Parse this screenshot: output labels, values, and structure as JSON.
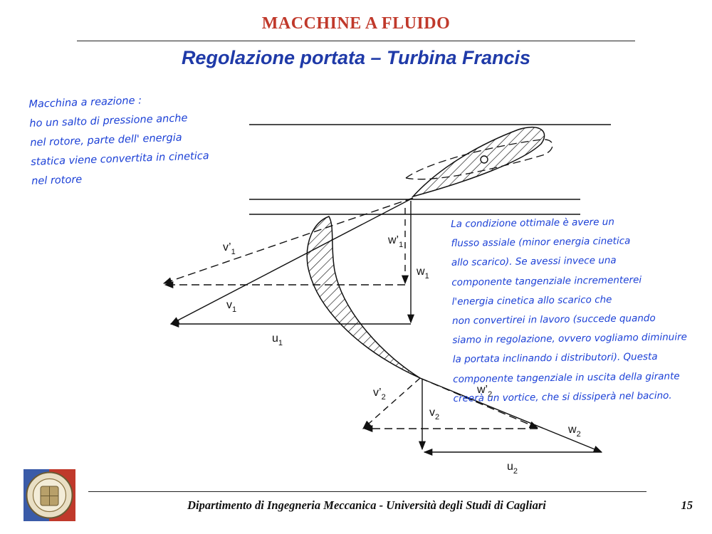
{
  "header": {
    "title": "MACCHINE A FLUIDO",
    "subtitle": "Regolazione portata – Turbina Francis"
  },
  "notes": {
    "left": [
      "Macchina a reazione :",
      "ho un salto di pressione anche",
      "nel rotore, parte dell' energia",
      "statica viene convertita in cinetica",
      "nel rotore"
    ],
    "right": [
      "La condizione ottimale è avere un",
      "flusso assiale (minor energia cinetica",
      "allo scarico). Se avessi invece una",
      "componente tangenziale incrementerei",
      "l'energia cinetica allo scarico che",
      "non convertirei in lavoro (succede quando",
      "siamo in regolazione, ovvero vogliamo diminuire",
      "la portata inclinando i distributori). Questa",
      "componente tangenziale in uscita della girante",
      "creerà un vortice, che si dissiperà nel bacino."
    ]
  },
  "diagram": {
    "labels": {
      "v1p": "v’",
      "v1p_sub": "1",
      "v1": "v",
      "v1_sub": "1",
      "w1p": "w’",
      "w1p_sub": "1",
      "w1": "w",
      "w1_sub": "1",
      "u1": "u",
      "u1_sub": "1",
      "v2p": "v’",
      "v2p_sub": "2",
      "v2": "v",
      "v2_sub": "2",
      "w2p": "w’",
      "w2p_sub": "2",
      "w2": "w",
      "w2_sub": "2",
      "u2": "u",
      "u2_sub": "2"
    }
  },
  "footer": {
    "text": "Dipartimento di Ingegneria Meccanica - Università degli Studi di Cagliari",
    "page": "15"
  },
  "logo": {
    "icon": "university-seal-icon"
  },
  "colors": {
    "header_red": "#c0392b",
    "subtitle_blue": "#1f3aa8",
    "handwriting_blue": "#1a3fd6"
  }
}
